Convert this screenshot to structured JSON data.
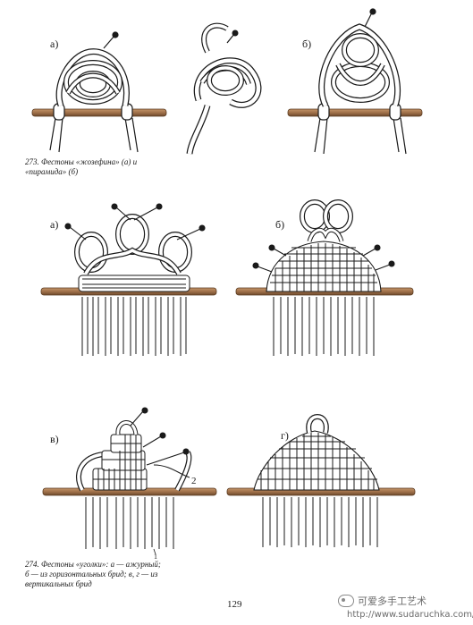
{
  "figure273": {
    "label_a": "а)",
    "label_b": "б)",
    "caption_line1": "273. Фестоны «жозефина» (а) и",
    "caption_line2": "«пирамида» (б)"
  },
  "figure274": {
    "label_a": "а)",
    "label_b": "б)",
    "label_v": "в)",
    "label_g": "г)",
    "marker_1": "1",
    "marker_2": "2",
    "caption_line1": "274. Фестоны «уголки»: а — ажурный;",
    "caption_line2": "б — из горизонтальных брид; в, г — из",
    "caption_line3": "вертикальных брид"
  },
  "page_number": "129",
  "watermark": {
    "brand": "可爱多手工艺术",
    "url": "http://www.sudaruchka.com/"
  },
  "colors": {
    "ink": "#1a1a1a",
    "rod": "#a0714a",
    "cord": "#ffffff"
  }
}
